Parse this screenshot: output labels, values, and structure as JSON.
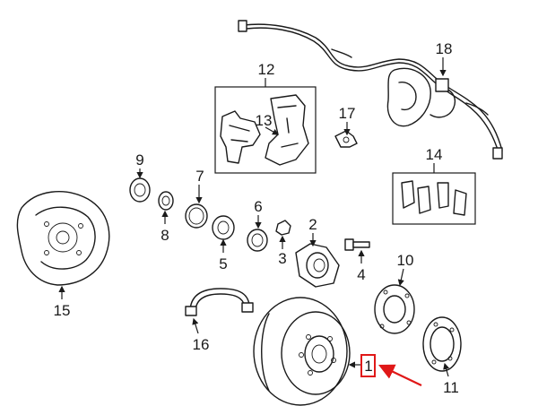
{
  "callouts": [
    {
      "id": "p1",
      "label": "1"
    },
    {
      "id": "p2",
      "label": "2"
    },
    {
      "id": "p3",
      "label": "3"
    },
    {
      "id": "p4",
      "label": "4"
    },
    {
      "id": "p5",
      "label": "5"
    },
    {
      "id": "p6",
      "label": "6"
    },
    {
      "id": "p7",
      "label": "7"
    },
    {
      "id": "p8",
      "label": "8"
    },
    {
      "id": "p9",
      "label": "9"
    },
    {
      "id": "p10",
      "label": "10"
    },
    {
      "id": "p11",
      "label": "11"
    },
    {
      "id": "p12",
      "label": "12"
    },
    {
      "id": "p13",
      "label": "13"
    },
    {
      "id": "p14",
      "label": "14"
    },
    {
      "id": "p15",
      "label": "15"
    },
    {
      "id": "p16",
      "label": "16"
    },
    {
      "id": "p17",
      "label": "17"
    },
    {
      "id": "p18",
      "label": "18"
    }
  ],
  "highlight": {
    "target": "1",
    "color": "#e01818"
  },
  "colors": {
    "line": "#1a1a1a",
    "background": "#ffffff"
  }
}
